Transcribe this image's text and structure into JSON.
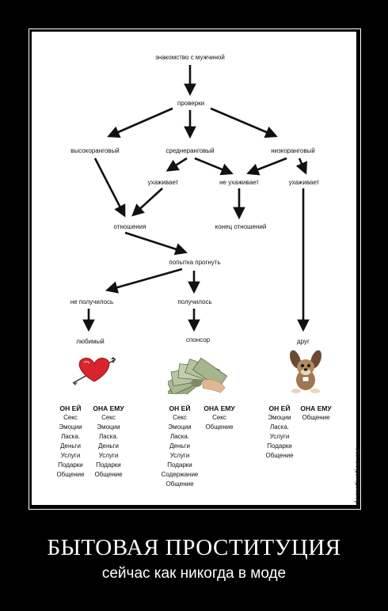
{
  "flow": {
    "start": "знакомство с мужчиной",
    "checks": "проверки",
    "high": "высокоранговый",
    "mid": "среднеранговый",
    "low": "низкоранговый",
    "courts_a": "ухаживает",
    "not_courts": "не ухаживает",
    "courts_b": "ухаживает",
    "relations": "отношения",
    "end_relations": "конец отношений",
    "attempt": "попытка прогнуть",
    "failed": "не получилось",
    "succeeded": "получилось",
    "beloved": "любимый",
    "sponsor": "спонсор",
    "friend": "друг"
  },
  "icons": {
    "beloved": "heart-with-arrow-icon",
    "sponsor": "money-fan-icon",
    "friend": "dog-toy-icon"
  },
  "columns": {
    "beloved_he": {
      "head": "ОН ЕЙ",
      "items": [
        "Секс",
        "Эмоции",
        "Ласка.",
        "Деньги",
        "Услуги",
        "Подарки",
        "Общение"
      ]
    },
    "beloved_she": {
      "head": "ОНА ЕМУ",
      "items": [
        "Секс",
        "Эмоции",
        "Ласка.",
        "Деньги",
        "Услуги",
        "Подарки",
        "Общение"
      ]
    },
    "sponsor_he": {
      "head": "ОН ЕЙ",
      "items": [
        "Секс",
        "Эмоции",
        "Ласка.",
        "Деньги",
        "Услуги",
        "Подарки",
        "Содержание",
        "Общение"
      ]
    },
    "sponsor_she": {
      "head": "ОНА ЕМУ",
      "items": [
        "Секс",
        "Общение"
      ]
    },
    "friend_he": {
      "head": "ОН ЕЙ",
      "items": [
        "Эмоции",
        "Ласка.",
        "Услуги",
        "Подарки",
        "Общение"
      ]
    },
    "friend_she": {
      "head": "ОНА ЕМУ",
      "items": [
        "Общение"
      ]
    }
  },
  "watermark": "demotivation.me",
  "poster": {
    "title": "БЫТОВАЯ ПРОСТИТУЦИЯ",
    "subtitle": "сейчас как никогда в моде"
  },
  "colors": {
    "background": "#000000",
    "panel": "#ffffff",
    "heart": "#d8252b"
  }
}
